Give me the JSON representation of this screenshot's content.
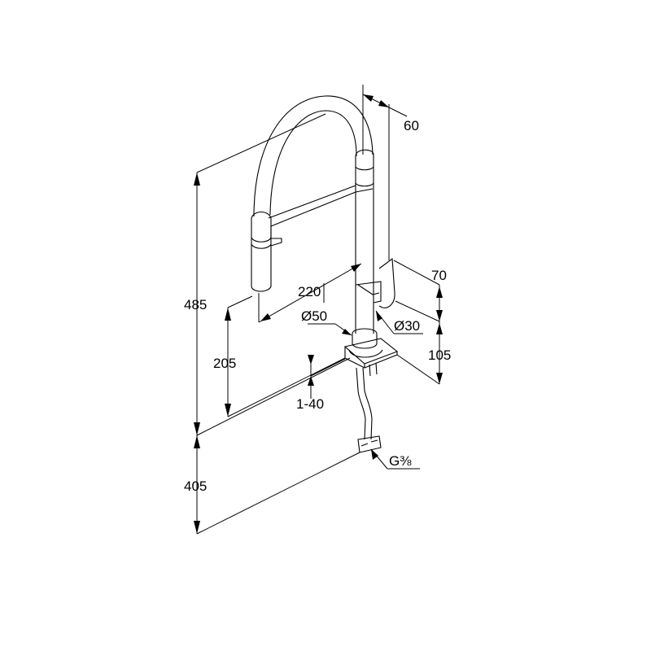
{
  "dimensions": {
    "d60": "60",
    "d70": "70",
    "d220": "220",
    "d485": "485",
    "d50": "Ø50",
    "d30": "Ø30",
    "d205": "205",
    "d105": "105",
    "d1_40": "1-40",
    "d405": "405",
    "dG": "G⅜"
  },
  "colors": {
    "line": "#000000",
    "background": "#ffffff"
  }
}
